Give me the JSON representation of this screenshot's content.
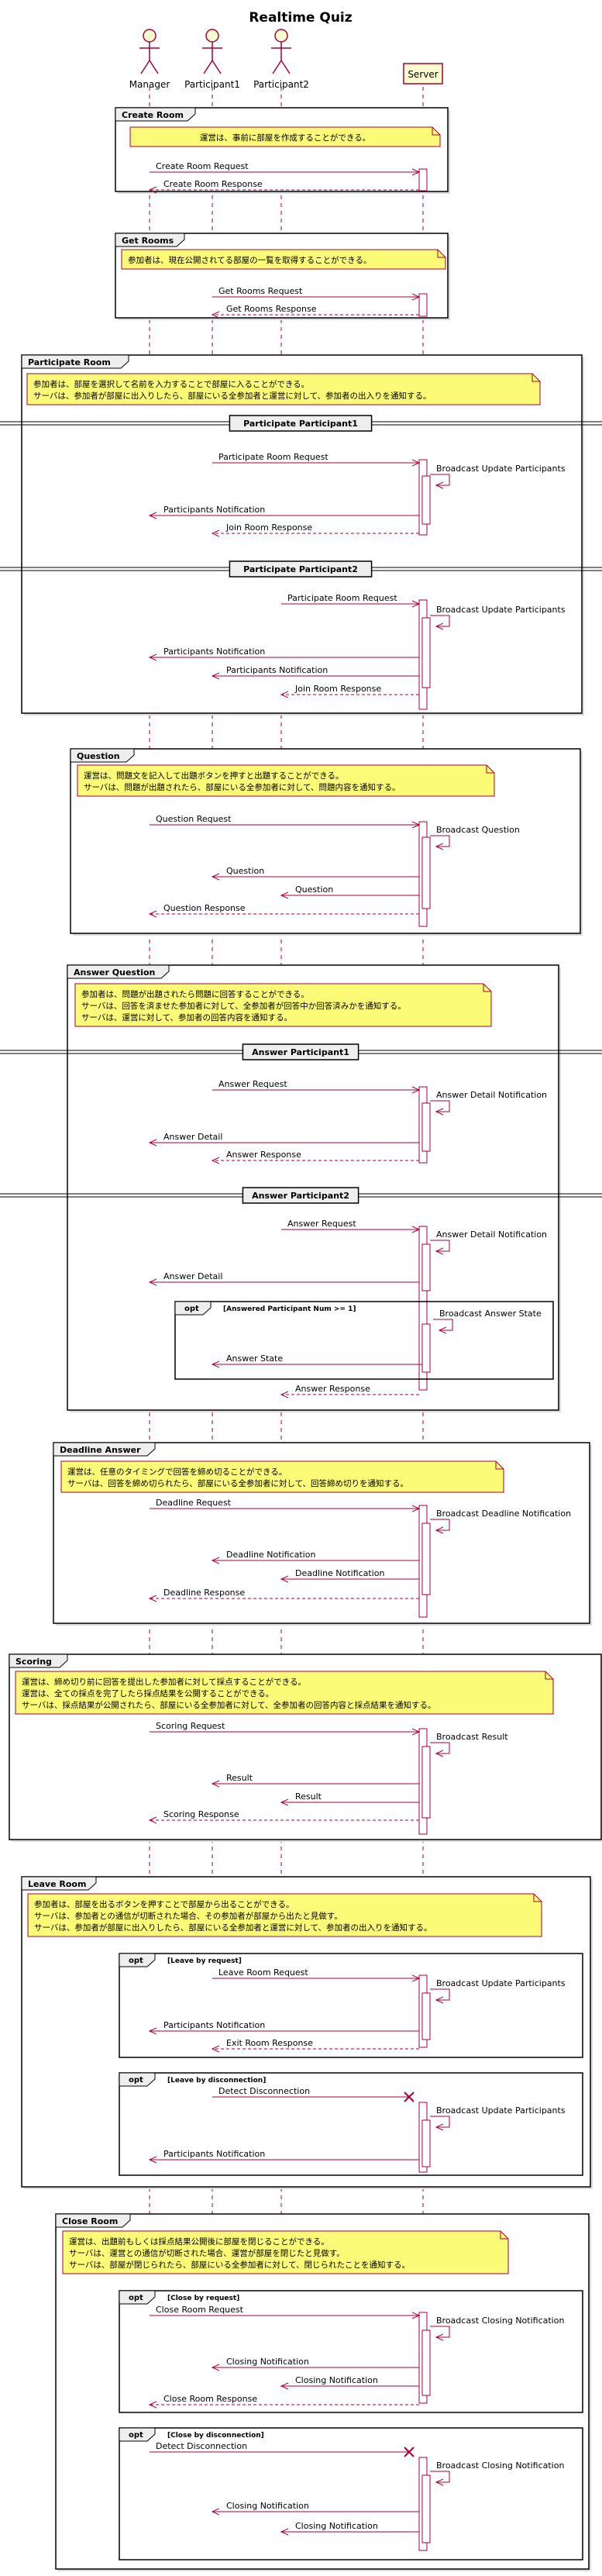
{
  "title": "Realtime Quiz",
  "participants": {
    "manager": "Manager",
    "p1": "Participant1",
    "p2": "Participant2",
    "server": "Server"
  },
  "colors": {
    "arrow": "#A80036",
    "lifeline": "#A80036",
    "note_fill": "#FBFB77",
    "participant_fill": "#FEFECE",
    "activation_fill": "#FFFFFF",
    "frame_border": "#000000"
  },
  "groups": {
    "create_room": "Create Room",
    "get_rooms": "Get Rooms",
    "participate_room": "Participate Room",
    "question": "Question",
    "answer_question": "Answer Question",
    "deadline_answer": "Deadline Answer",
    "scoring": "Scoring",
    "leave_room": "Leave Room",
    "close_room": "Close Room"
  },
  "dividers": {
    "participate_p1": "Participate Participant1",
    "participate_p2": "Participate Participant2",
    "answer_p1": "Answer Participant1",
    "answer_p2": "Answer Participant2"
  },
  "opts": {
    "opt_label": "opt",
    "answered_cond": "[Answered Participant Num >= 1]",
    "leave_by_request": "[Leave by request]",
    "leave_by_disconnection": "[Leave by disconnection]",
    "close_by_request": "[Close by request]",
    "close_by_disconnection": "[Close by disconnection]"
  },
  "notes": {
    "create_room": [
      "運営は、事前に部屋を作成することができる。"
    ],
    "get_rooms": [
      "参加者は、現在公開されてる部屋の一覧を取得することができる。"
    ],
    "participate_room": [
      "参加者は、部屋を選択して名前を入力することで部屋に入ることができる。",
      "サーバは、参加者が部屋に出入りしたら、部屋にいる全参加者と運営に対して、参加者の出入りを通知する。"
    ],
    "question": [
      "運営は、問題文を記入して出題ボタンを押すと出題することができる。",
      "サーバは、問題が出題されたら、部屋にいる全参加者に対して、問題内容を通知する。"
    ],
    "answer_question": [
      "参加者は、問題が出題されたら問題に回答することができる。",
      "サーバは、回答を済ませた参加者に対して、全参加者が回答中か回答済みかを通知する。",
      "サーバは、運営に対して、参加者の回答内容を通知する。"
    ],
    "deadline_answer": [
      "運営は、任意のタイミングで回答を締め切ることができる。",
      "サーバは、回答を締め切られたら、部屋にいる全参加者に対して、回答締め切りを通知する。"
    ],
    "scoring": [
      "運営は、締め切り前に回答を提出した参加者に対して採点することができる。",
      "運営は、全ての採点を完了したら採点結果を公開することができる。",
      "サーバは、採点結果が公開されたら、部屋にいる全参加者に対して、全参加者の回答内容と採点結果を通知する。"
    ],
    "leave_room": [
      "参加者は、部屋を出るボタンを押すことで部屋から出ることができる。",
      "サーバは、参加者との通信が切断された場合、その参加者が部屋から出たと見做す。",
      "サーバは、参加者が部屋に出入りしたら、部屋にいる全参加者と運営に対して、参加者の出入りを通知する。"
    ],
    "close_room": [
      "運営は、出題前もしくは採点結果公開後に部屋を閉じることができる。",
      "サーバは、運営との通信が切断された場合、運営が部屋を閉じたと見做す。",
      "サーバは、部屋が閉じられたら、部屋にいる全参加者に対して、閉じられたことを通知する。"
    ]
  },
  "messages": {
    "create_room_request": "Create Room Request",
    "create_room_response": "Create Room Response",
    "get_rooms_request": "Get Rooms Request",
    "get_rooms_response": "Get Rooms Response",
    "participate_room_request": "Participate Room Request",
    "broadcast_update_participants": "Broadcast Update Participants",
    "participants_notification": "Participants Notification",
    "join_room_response": "Join Room Response",
    "question_request": "Question Request",
    "broadcast_question": "Broadcast Question",
    "question": "Question",
    "question_response": "Question Response",
    "answer_request": "Answer Request",
    "answer_detail_notification": "Answer Detail Notification",
    "answer_detail": "Answer Detail",
    "answer_response": "Answer Response",
    "broadcast_answer_state": "Broadcast Answer State",
    "answer_state": "Answer State",
    "deadline_request": "Deadline Request",
    "broadcast_deadline_notification": "Broadcast Deadline Notification",
    "deadline_notification": "Deadline Notification",
    "deadline_response": "Deadline Response",
    "scoring_request": "Scoring Request",
    "broadcast_result": "Broadcast Result",
    "result": "Result",
    "scoring_response": "Scoring Response",
    "leave_room_request": "Leave Room Request",
    "exit_room_response": "Exit Room Response",
    "detect_disconnection": "Detect Disconnection",
    "close_room_request": "Close Room Request",
    "broadcast_closing_notification": "Broadcast Closing Notification",
    "closing_notification": "Closing Notification",
    "close_room_response": "Close Room Response"
  }
}
